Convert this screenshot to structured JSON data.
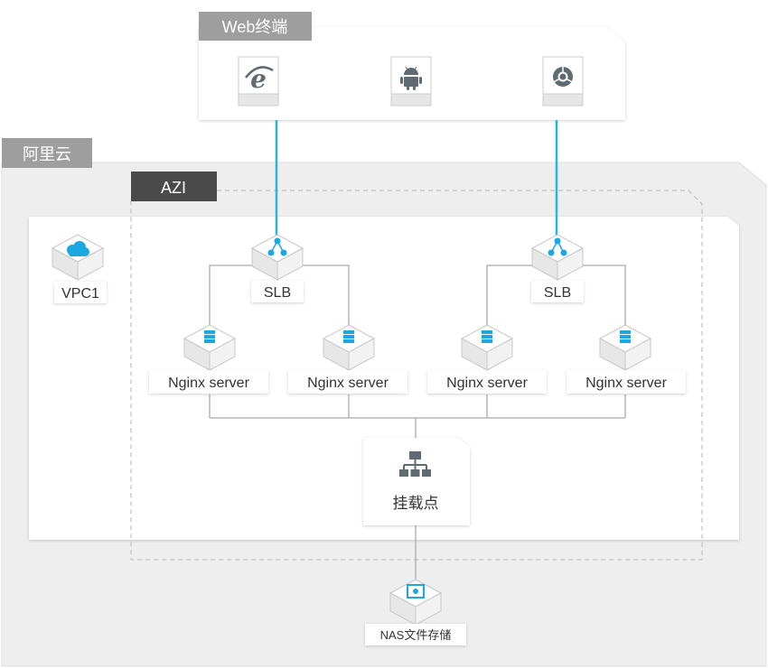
{
  "colors": {
    "aliyun_bg": "#eeeeee",
    "vpc_bg": "#ffffff",
    "tag_gray": "#9e9e9e",
    "tag_dark": "#4a4a4a",
    "link_cyan": "#2bb5d8",
    "line_gray": "#aaaaaa",
    "icon_gray": "#5f6b72",
    "icon_blue": "#1ba7e0"
  },
  "web_terminal": {
    "tag": "Web终端",
    "devices": [
      {
        "icon": "ie-icon"
      },
      {
        "icon": "android-icon"
      },
      {
        "icon": "chrome-icon"
      }
    ]
  },
  "cloud": {
    "tag": "阿里云",
    "zone_tag": "AZI",
    "vpc": {
      "label": "VPC1",
      "icon": "cloud-icon"
    }
  },
  "slbs": [
    {
      "label": "SLB",
      "icon": "slb-icon"
    },
    {
      "label": "SLB",
      "icon": "slb-icon"
    }
  ],
  "servers": [
    {
      "label": "Nginx server",
      "icon": "server-icon"
    },
    {
      "label": "Nginx server",
      "icon": "server-icon"
    },
    {
      "label": "Nginx server",
      "icon": "server-icon"
    },
    {
      "label": "Nginx server",
      "icon": "server-icon"
    }
  ],
  "mount_point": {
    "label": "挂载点",
    "icon": "network-tree-icon"
  },
  "nas": {
    "label": "NAS文件存储",
    "icon": "nas-icon"
  }
}
